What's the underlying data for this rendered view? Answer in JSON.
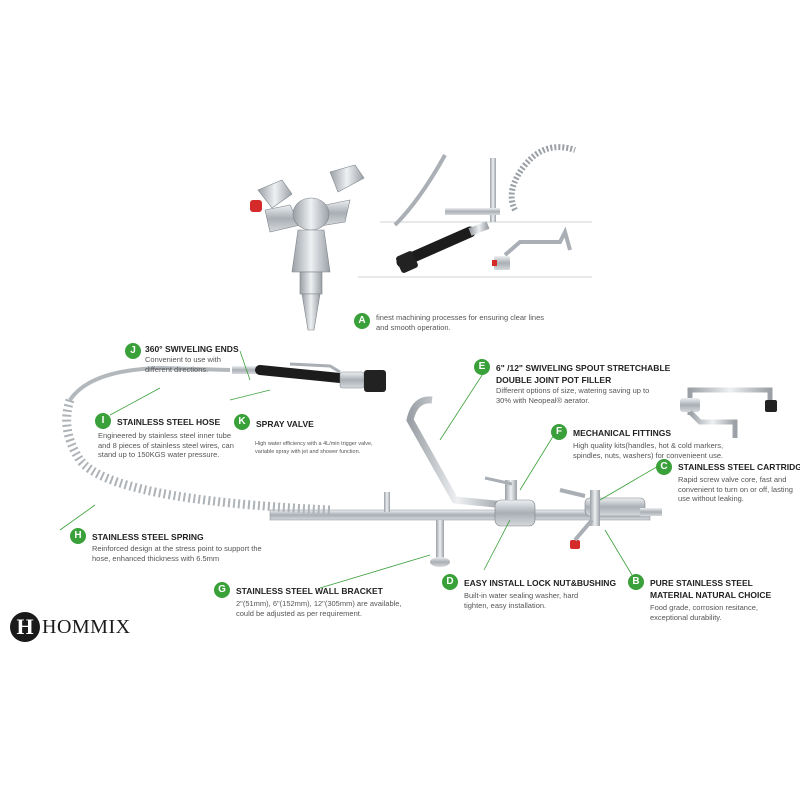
{
  "brand": {
    "mark": "H",
    "name": "HOMMIX"
  },
  "colors": {
    "accent": "#3aa03a",
    "steel": "#b9bec3",
    "hose": "#1c1c1c"
  },
  "callouts": [
    {
      "id": "A",
      "title": "",
      "desc": "finest machining processes for ensuring clear lines and smooth operation."
    },
    {
      "id": "B",
      "title": "PURE STAINLESS STEEL MATERIAL NATURAL CHOICE",
      "desc": "Food grade, corrosion resitance, exceptional durability."
    },
    {
      "id": "C",
      "title": "STAINLESS STEEL CARTRIDGE",
      "desc": "Rapid screw valve core, fast and convenient to turn on or off, lasting use without leaking."
    },
    {
      "id": "D",
      "title": "EASY INSTALL LOCK NUT&BUSHING",
      "desc": "Built-in water sealing washer, hard tighten, easy installation."
    },
    {
      "id": "E",
      "title": "6\" /12\" SWIVELING SPOUT STRETCHABLE DOUBLE JOINT POT FILLER",
      "desc": "Different options of size, watering saving up to 30% with Neopeal® aerator."
    },
    {
      "id": "F",
      "title": "MECHANICAL FITTINGS",
      "desc": "High quality kits(handles, hot & cold markers, spindles, nuts, washers) for convenieent use."
    },
    {
      "id": "G",
      "title": "STAINLESS STEEL WALL BRACKET",
      "desc": "2\"(51mm), 6\"(152mm), 12\"(305mm) are available, could be adjusted as per requirement."
    },
    {
      "id": "H",
      "title": "STAINLESS STEEL SPRING",
      "desc": "Reinforced design at the stress point to support the hose, enhanced thickness with 6.5mm"
    },
    {
      "id": "I",
      "title": "STAINLESS STEEL HOSE",
      "desc": "Engineered by stainless steel inner tube and 8 pieces of stainless steel wires, can stand up to 150KGS water pressure."
    },
    {
      "id": "J",
      "title": "360° SWIVELING ENDS",
      "desc": "Convenient to use with different directions."
    },
    {
      "id": "K",
      "title": "SPRAY VALVE",
      "desc": "High water efficiency with a 4L/min trigger valve, variable spray with jet and shower function."
    }
  ]
}
